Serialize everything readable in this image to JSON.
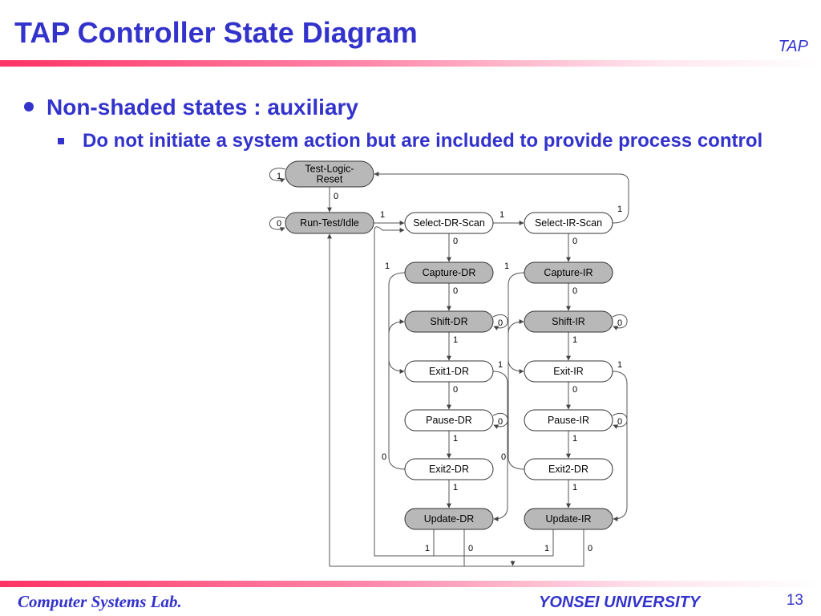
{
  "header": {
    "title": "TAP Controller State Diagram",
    "tag": "TAP"
  },
  "bullets": {
    "level1": "Non-shaded states : auxiliary",
    "level2": "Do not initiate a system action but are included to provide process control"
  },
  "diagram": {
    "shaded_color": "#b8b8b8",
    "plain_color": "#ffffff",
    "states": [
      {
        "id": "tlr",
        "label": [
          "Test-Logic-",
          "Reset"
        ],
        "shaded": true
      },
      {
        "id": "rti",
        "label": [
          "Run-Test/Idle"
        ],
        "shaded": true
      },
      {
        "id": "sdr",
        "label": [
          "Select-DR-Scan"
        ],
        "shaded": false
      },
      {
        "id": "sir",
        "label": [
          "Select-IR-Scan"
        ],
        "shaded": false
      },
      {
        "id": "cdr",
        "label": [
          "Capture-DR"
        ],
        "shaded": true
      },
      {
        "id": "cir",
        "label": [
          "Capture-IR"
        ],
        "shaded": true
      },
      {
        "id": "shdr",
        "label": [
          "Shift-DR"
        ],
        "shaded": true
      },
      {
        "id": "shir",
        "label": [
          "Shift-IR"
        ],
        "shaded": true
      },
      {
        "id": "e1dr",
        "label": [
          "Exit1-DR"
        ],
        "shaded": false
      },
      {
        "id": "e1ir",
        "label": [
          "Exit-IR"
        ],
        "shaded": false
      },
      {
        "id": "pdr",
        "label": [
          "Pause-DR"
        ],
        "shaded": false
      },
      {
        "id": "pir",
        "label": [
          "Pause-IR"
        ],
        "shaded": false
      },
      {
        "id": "e2dr",
        "label": [
          "Exit2-DR"
        ],
        "shaded": false
      },
      {
        "id": "e2ir",
        "label": [
          "Exit2-DR"
        ],
        "shaded": false
      },
      {
        "id": "udr",
        "label": [
          "Update-DR"
        ],
        "shaded": true
      },
      {
        "id": "uir",
        "label": [
          "Update-IR"
        ],
        "shaded": true
      }
    ],
    "transitions": [
      {
        "from": "tlr",
        "to": "tlr",
        "label": "1"
      },
      {
        "from": "tlr",
        "to": "rti",
        "label": "0"
      },
      {
        "from": "rti",
        "to": "rti",
        "label": "0"
      },
      {
        "from": "rti",
        "to": "sdr",
        "label": "1"
      },
      {
        "from": "sdr",
        "to": "sir",
        "label": "1"
      },
      {
        "from": "sir",
        "to": "tlr",
        "label": "1"
      },
      {
        "from": "sdr",
        "to": "cdr",
        "label": "0"
      },
      {
        "from": "sir",
        "to": "cir",
        "label": "0"
      },
      {
        "from": "cdr",
        "to": "e1dr",
        "label": "1"
      },
      {
        "from": "cir",
        "to": "e1ir",
        "label": "1"
      },
      {
        "from": "cdr",
        "to": "shdr",
        "label": "0"
      },
      {
        "from": "cir",
        "to": "shir",
        "label": "0"
      },
      {
        "from": "shdr",
        "to": "shdr",
        "label": "0"
      },
      {
        "from": "shir",
        "to": "shir",
        "label": "0"
      },
      {
        "from": "shdr",
        "to": "e1dr",
        "label": "1"
      },
      {
        "from": "shir",
        "to": "e1ir",
        "label": "1"
      },
      {
        "from": "e1dr",
        "to": "udr",
        "label": "1"
      },
      {
        "from": "e1ir",
        "to": "uir",
        "label": "1"
      },
      {
        "from": "e1dr",
        "to": "pdr",
        "label": "0"
      },
      {
        "from": "e1ir",
        "to": "pir",
        "label": "0"
      },
      {
        "from": "pdr",
        "to": "pdr",
        "label": "0"
      },
      {
        "from": "pir",
        "to": "pir",
        "label": "0"
      },
      {
        "from": "pdr",
        "to": "e2dr",
        "label": "1"
      },
      {
        "from": "pir",
        "to": "e2ir",
        "label": "1"
      },
      {
        "from": "e2dr",
        "to": "shdr",
        "label": "0"
      },
      {
        "from": "e2ir",
        "to": "shir",
        "label": "0"
      },
      {
        "from": "e2dr",
        "to": "udr",
        "label": "1"
      },
      {
        "from": "e2ir",
        "to": "uir",
        "label": "1"
      },
      {
        "from": "udr",
        "to": "sdr",
        "label": "1"
      },
      {
        "from": "udr",
        "to": "rti",
        "label": "0"
      },
      {
        "from": "uir",
        "to": "sdr",
        "label": "1"
      },
      {
        "from": "uir",
        "to": "rti",
        "label": "0"
      }
    ]
  },
  "footer": {
    "left": "Computer Systems Lab.",
    "center": "YONSEI UNIVERSITY",
    "page": "13"
  }
}
